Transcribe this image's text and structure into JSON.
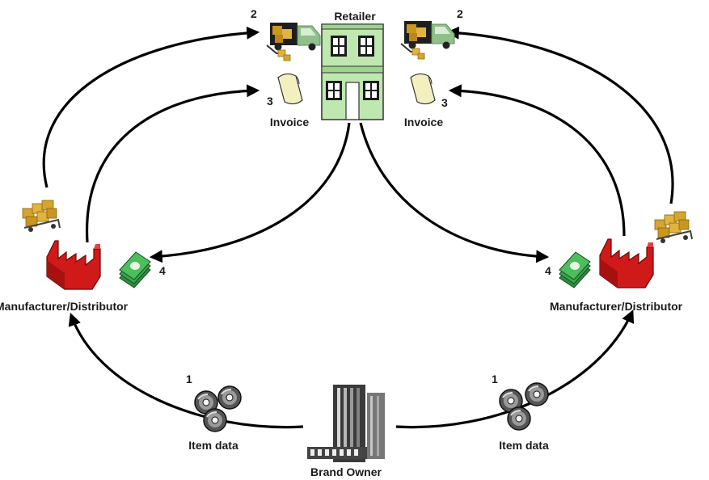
{
  "nodes": {
    "retailer": "Retailer",
    "brand_owner": "Brand Owner",
    "manufacturer_left": "Manufacturer/Distributor",
    "manufacturer_right": "Manufacturer/Distributor"
  },
  "flows": {
    "item_data_left": "Item data",
    "item_data_right": "Item data",
    "invoice_left": "Invoice",
    "invoice_right": "Invoice"
  },
  "steps": {
    "item_data": "1",
    "shipment": "2",
    "invoice": "3",
    "payment": "4"
  },
  "colors": {
    "retailer": "#bfe8b0",
    "factory": "#d01a1a",
    "crates": "#d4a530",
    "money": "#3aa64a",
    "truck": "#8fbf8a",
    "invoice_paper": "#f3efbf"
  },
  "icons": [
    "truck-icon",
    "invoice-icon",
    "factory-icon",
    "crates-icon",
    "money-icon",
    "data-disc-icon",
    "office-building-icon",
    "retail-store-icon"
  ]
}
